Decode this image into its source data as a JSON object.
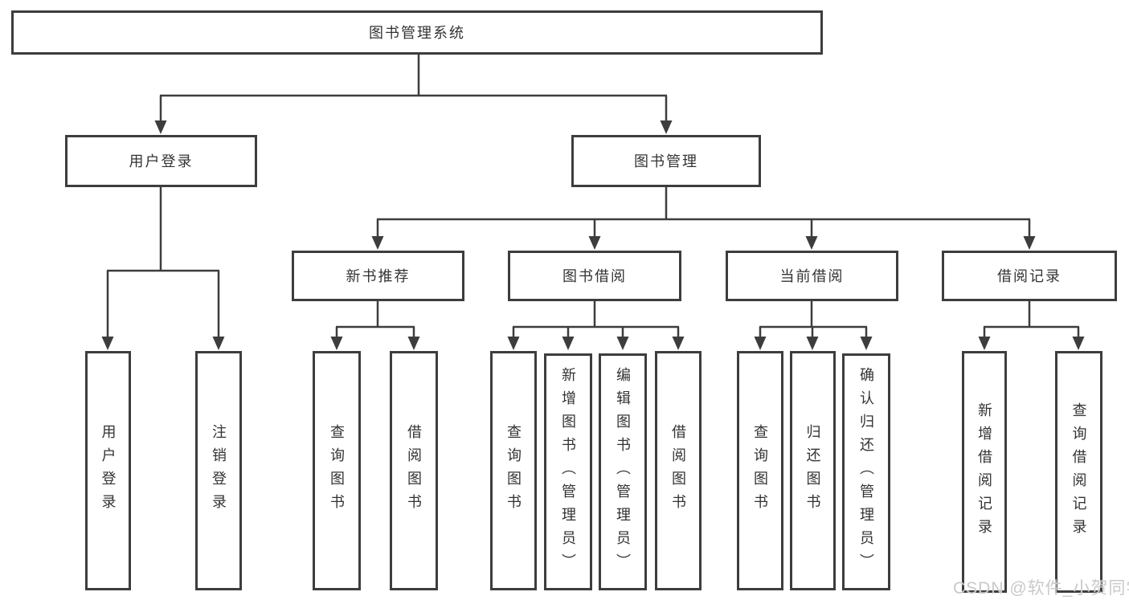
{
  "tree": {
    "label": "图书管理系统",
    "children": [
      {
        "label": "用户登录",
        "children": [
          {
            "label": "用户登录"
          },
          {
            "label": "注销登录"
          }
        ]
      },
      {
        "label": "图书管理",
        "children": [
          {
            "label": "新书推荐",
            "children": [
              {
                "label": "查询图书"
              },
              {
                "label": "借阅图书"
              }
            ]
          },
          {
            "label": "图书借阅",
            "children": [
              {
                "label": "查询图书"
              },
              {
                "label": "新增图书（管理员）"
              },
              {
                "label": "编辑图书（管理员）"
              },
              {
                "label": "借阅图书"
              }
            ]
          },
          {
            "label": "当前借阅",
            "children": [
              {
                "label": "查询图书"
              },
              {
                "label": "归还图书"
              },
              {
                "label": "确认归还（管理员）"
              }
            ]
          },
          {
            "label": "借阅记录",
            "children": [
              {
                "label": "新增借阅记录"
              },
              {
                "label": "查询借阅记录"
              }
            ]
          }
        ]
      }
    ]
  },
  "watermark": "CSDN @软件_小贺同学",
  "colors": {
    "line": "#3d3d3d",
    "text": "#333333",
    "background": "#ffffff",
    "watermark": "#c9c9c9"
  }
}
